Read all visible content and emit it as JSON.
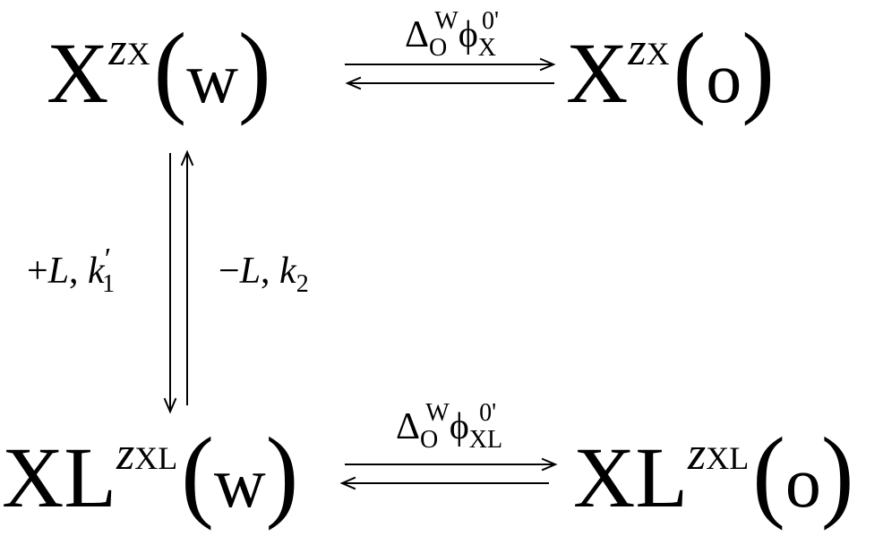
{
  "top_left": {
    "base": "X",
    "charge_symbol": "z",
    "charge_subscript": "X",
    "phase": "w"
  },
  "top_right": {
    "base": "X",
    "charge_symbol": "z",
    "charge_subscript": "X",
    "phase": "o"
  },
  "bottom_left": {
    "base": "XL",
    "charge_symbol": "z",
    "charge_subscript": "XL",
    "phase": "w"
  },
  "bottom_right": {
    "base": "XL",
    "charge_symbol": "z",
    "charge_subscript": "XL",
    "phase": "o"
  },
  "top_arrow_label": {
    "delta": "Δ",
    "delta_sub": "O",
    "delta_sup": "W",
    "phi": "ϕ",
    "phi_sub": "X",
    "phi_sup": "0'"
  },
  "bottom_arrow_label": {
    "delta": "Δ",
    "delta_sub": "O",
    "delta_sup": "W",
    "phi": "ϕ",
    "phi_sub": "XL",
    "phi_sup": "0'"
  },
  "down_label": {
    "sign": "+",
    "ligand": "L",
    "sep": ",",
    "rate": "k",
    "rate_sub": "1",
    "prime": "′"
  },
  "up_label": {
    "sign": "−",
    "ligand": "L",
    "sep": ",",
    "rate": "k",
    "rate_sub": "2"
  }
}
